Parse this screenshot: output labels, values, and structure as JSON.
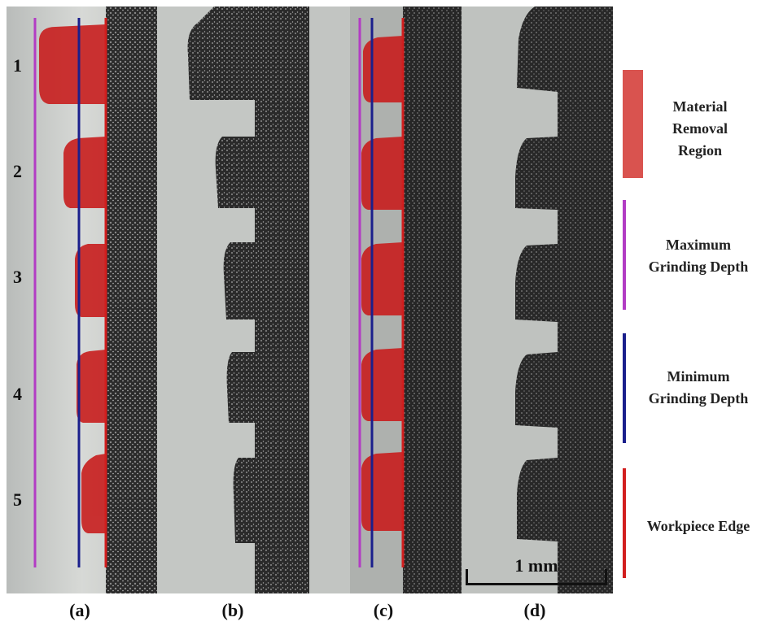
{
  "row_labels": [
    "1",
    "2",
    "3",
    "4",
    "5"
  ],
  "subfigure_labels": [
    "(a)",
    "(b)",
    "(c)",
    "(d)"
  ],
  "legend": [
    {
      "label": "Material\nRemoval\nRegion",
      "color": "#d9534f",
      "kind": "block"
    },
    {
      "label": "Maximum\nGrinding Depth",
      "color": "#b23cc4",
      "kind": "line"
    },
    {
      "label": "Minimum\nGrinding Depth",
      "color": "#1a1f8c",
      "kind": "line"
    },
    {
      "label": "Workpiece Edge",
      "color": "#d21e1e",
      "kind": "line"
    }
  ],
  "scale_bar": {
    "label": "1 mm"
  },
  "colors": {
    "metal_light": "#c9cbc8",
    "metal_dark": "#2a2a2a",
    "removal_red": "#c81e1e",
    "max_depth": "#b23cc4",
    "min_depth": "#1a1f8c",
    "edge": "#d21e1e"
  }
}
